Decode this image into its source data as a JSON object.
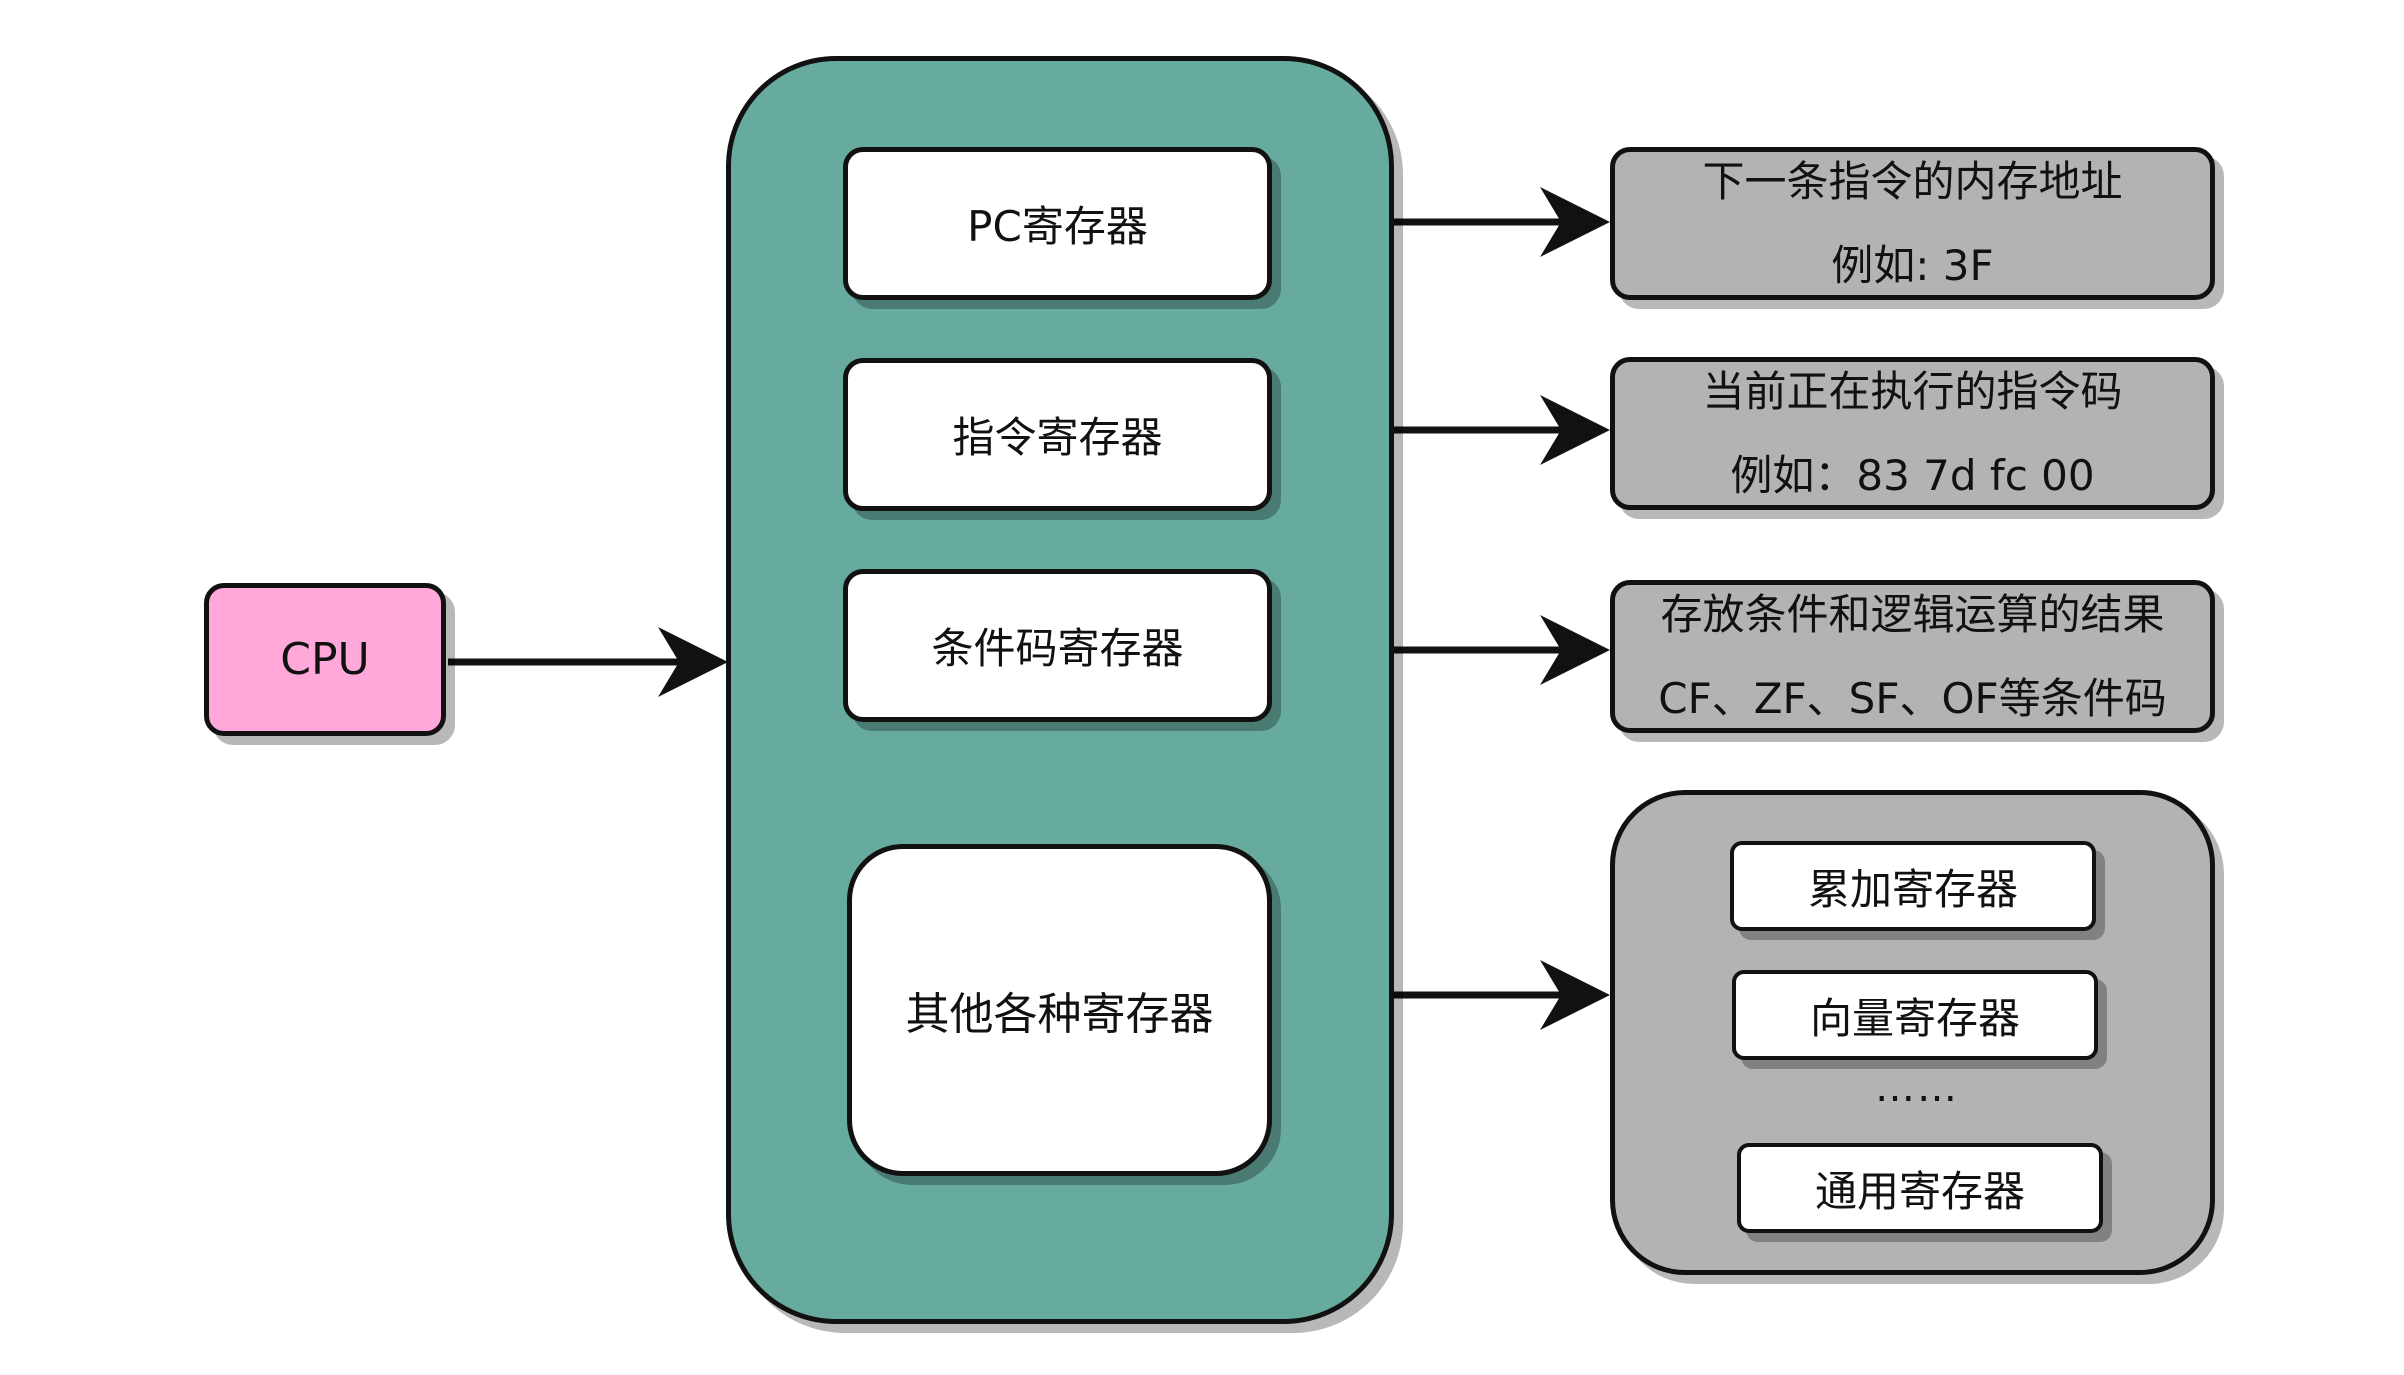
{
  "cpu": {
    "label": "CPU",
    "color": "#ffa8d9"
  },
  "group": {
    "color": "#67ab9f"
  },
  "registers": {
    "pc": "PC寄存器",
    "instruction": "指令寄存器",
    "condition_code": "条件码寄存器",
    "others": "其他各种寄存器"
  },
  "descriptions": {
    "pc": {
      "line1": "下一条指令的内存地址",
      "line2": "例如: 3F"
    },
    "instruction": {
      "line1": "当前正在执行的指令码",
      "line2": "例如：83 7d fc 00"
    },
    "condition_code": {
      "line1": "存放条件和逻辑运算的结果",
      "line2": "CF、ZF、SF、OF等条件码"
    }
  },
  "other_registers": {
    "accumulator": "累加寄存器",
    "vector": "向量寄存器",
    "ellipsis": "……",
    "general": "通用寄存器"
  },
  "colors": {
    "description_fill": "#b3b3b3",
    "stroke": "#111111"
  }
}
